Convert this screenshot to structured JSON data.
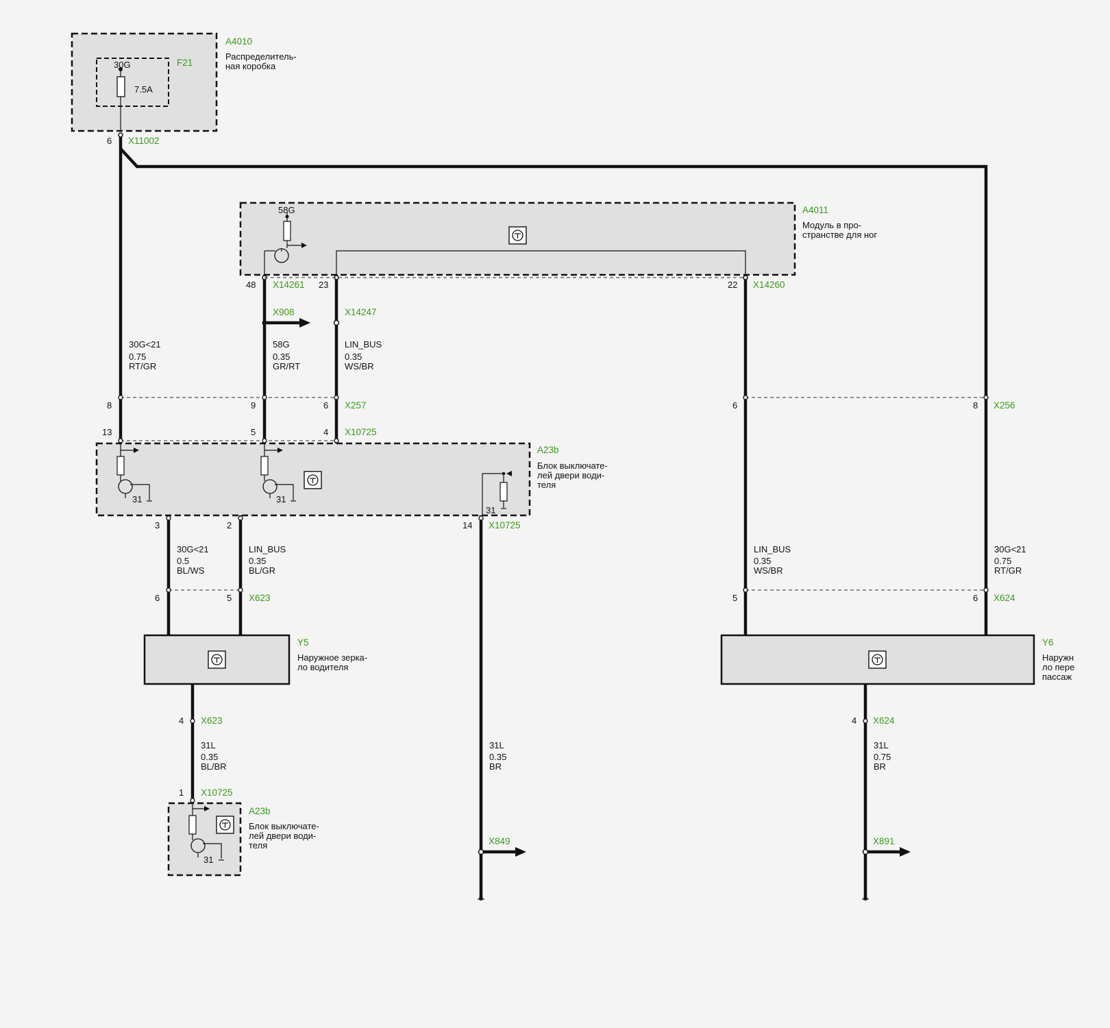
{
  "components": {
    "a4010": {
      "id": "A4010",
      "name_l1": "Распределитель-",
      "name_l2": "ная коробка"
    },
    "f21": {
      "id": "F21",
      "terminal": "30G",
      "rating": "7.5A"
    },
    "a4011": {
      "id": "A4011",
      "name_l1": "Модуль в про-",
      "name_l2": "странстве для ног",
      "terminal": "58G"
    },
    "a23b_main": {
      "id": "A23b",
      "name_l1": "Блок выключате-",
      "name_l2": "лей двери води-",
      "name_l3": "теля",
      "ground_1": "31",
      "ground_2": "31",
      "ground_3": "31"
    },
    "y5": {
      "id": "Y5",
      "name_l1": "Наружное зерка-",
      "name_l2": "ло водителя"
    },
    "y6": {
      "id": "Y6",
      "name_l1": "Наружн",
      "name_l2": "ло пере",
      "name_l3": "пассаж"
    },
    "a23b_small": {
      "id": "A23b",
      "name_l1": "Блок выключате-",
      "name_l2": "лей двери води-",
      "name_l3": "теля",
      "ground": "31"
    }
  },
  "connectors": {
    "x11002": "X11002",
    "x14261": "X14261",
    "x14260": "X14260",
    "x908": "X908",
    "x14247": "X14247",
    "x257": "X257",
    "x256": "X256",
    "x10725_top": "X10725",
    "x10725_mid": "X10725",
    "x623_top": "X623",
    "x624_top": "X624",
    "x623_bot": "X623",
    "x624_bot": "X624",
    "x10725_bot": "X10725",
    "x849": "X849",
    "x891": "X891"
  },
  "pins": {
    "p6_x11002": "6",
    "p48": "48",
    "p23": "23",
    "p22": "22",
    "p8_x257": "8",
    "p9_x257": "9",
    "p6_x257": "6",
    "p6_x256": "6",
    "p8_x256": "8",
    "p13": "13",
    "p5_x10725": "5",
    "p4_x10725": "4",
    "p3": "3",
    "p2": "2",
    "p14": "14",
    "p6_x623": "6",
    "p5_x623": "5",
    "p5_x624": "5",
    "p6_x624": "6",
    "p4_x623": "4",
    "p4_x624": "4",
    "p1": "1"
  },
  "wires": {
    "w1": {
      "signal": "30G<21",
      "size": "0.75",
      "color": "RT/GR"
    },
    "w2": {
      "signal": "58G",
      "size": "0.35",
      "color": "GR/RT"
    },
    "w3": {
      "signal": "LIN_BUS",
      "size": "0.35",
      "color": "WS/BR"
    },
    "w4": {
      "signal": "30G<21",
      "size": "0.5",
      "color": "BL/WS"
    },
    "w5": {
      "signal": "LIN_BUS",
      "size": "0.35",
      "color": "BL/GR"
    },
    "w6": {
      "signal": "LIN_BUS",
      "size": "0.35",
      "color": "WS/BR"
    },
    "w7": {
      "signal": "30G<21",
      "size": "0.75",
      "color": "RT/GR"
    },
    "w8": {
      "signal": "31L",
      "size": "0.35",
      "color": "BL/BR"
    },
    "w9": {
      "signal": "31L",
      "size": "0.35",
      "color": "BR"
    },
    "w10": {
      "signal": "31L",
      "size": "0.75",
      "color": "BR"
    }
  },
  "colors": {
    "identifier": "#3a9a1a",
    "wire": "#111111",
    "box_fill": "#e0e0e0",
    "background": "#f4f4f4"
  }
}
